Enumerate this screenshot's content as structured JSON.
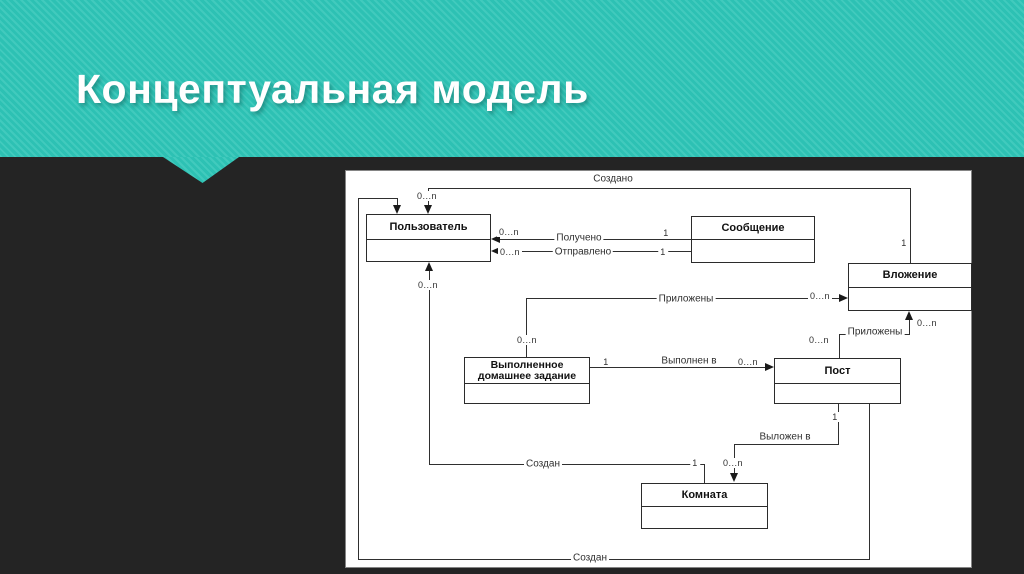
{
  "slide": {
    "title": "Концептуальная модель"
  },
  "diagram": {
    "entities": [
      {
        "id": "user",
        "label": "Пользователь"
      },
      {
        "id": "message",
        "label": "Сообщение"
      },
      {
        "id": "attachment",
        "label": "Вложение"
      },
      {
        "id": "homework",
        "label": "Выполненное домашнее задание",
        "line1": "Выполненное",
        "line2": "домашнее задание"
      },
      {
        "id": "post",
        "label": "Пост"
      },
      {
        "id": "room",
        "label": "Комната"
      }
    ],
    "relations": {
      "created_top": {
        "label": "Создано",
        "card_user": "0...n",
        "card_attachment": "1"
      },
      "received": {
        "label": "Получено",
        "card_user": "0...n",
        "card_message": "1"
      },
      "sent": {
        "label": "Отправлено",
        "card_user": "0...n",
        "card_message": "1"
      },
      "attached_hw": {
        "label": "Приложены",
        "card_hw": "0...n",
        "card_attachment": "0...n"
      },
      "done_in": {
        "label": "Выполнен в",
        "card_hw": "1",
        "card_post": "0...n"
      },
      "attached_post": {
        "label": "Приложены",
        "card_post": "0...n",
        "card_attachment": "0...n"
      },
      "posted_in": {
        "label": "Выложен в",
        "card_post": "1",
        "card_room": "0...n"
      },
      "created_room": {
        "label": "Создан",
        "card_user": "0...n",
        "card_room": "1"
      },
      "created_bottom": {
        "label": "Создан"
      }
    }
  }
}
